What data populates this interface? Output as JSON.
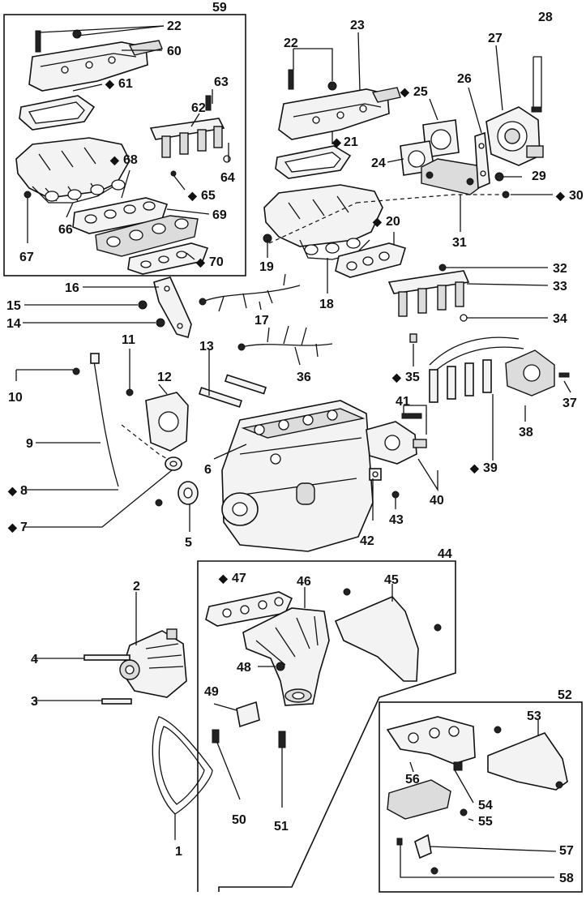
{
  "diagram": {
    "labels": {
      "l1": "1",
      "l2": "2",
      "l3": "3",
      "l4": "4",
      "l5": "5",
      "l6": "6",
      "l7": "7",
      "l8": "8",
      "l9": "9",
      "l10": "10",
      "l11": "11",
      "l12": "12",
      "l13": "13",
      "l14": "14",
      "l15": "15",
      "l16": "16",
      "l17": "17",
      "l18": "18",
      "l19": "19",
      "l20": "20",
      "l21": "21",
      "l22a": "22",
      "l22b": "22",
      "l23": "23",
      "l24": "24",
      "l25": "25",
      "l26": "26",
      "l27": "27",
      "l28": "28",
      "l29": "29",
      "l30": "30",
      "l31": "31",
      "l32": "32",
      "l33": "33",
      "l34": "34",
      "l35": "35",
      "l36": "36",
      "l37": "37",
      "l38": "38",
      "l39": "39",
      "l40": "40",
      "l41": "41",
      "l42": "42",
      "l43": "43",
      "l44": "44",
      "l45": "45",
      "l46": "46",
      "l47": "47",
      "l48": "48",
      "l49": "49",
      "l50": "50",
      "l51": "51",
      "l52": "52",
      "l53": "53",
      "l54": "54",
      "l55": "55",
      "l56": "56",
      "l57": "57",
      "l58": "58",
      "l59": "59",
      "l60": "60",
      "l61": "61",
      "l62": "62",
      "l63": "63",
      "l64": "64",
      "l65": "65",
      "l66": "66",
      "l67": "67",
      "l68": "68",
      "l69": "69",
      "l70": "70"
    },
    "diamond": "◆"
  }
}
